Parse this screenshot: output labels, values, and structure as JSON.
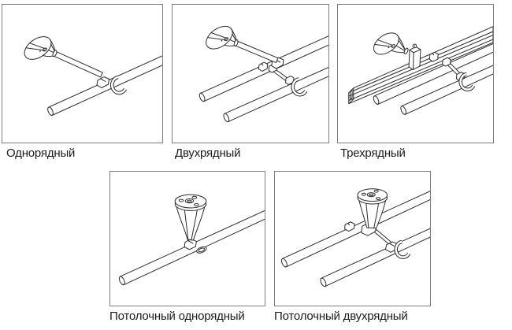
{
  "figure": {
    "title_visible": false,
    "background": "#ffffff"
  },
  "colors": {
    "panel_border": "#7d7d7d",
    "line_art": "#2a2a2a",
    "label_text": "#1c1c1c"
  },
  "panels": [
    {
      "label": "Однорядный",
      "illustration": "wall-bracket-single-rod"
    },
    {
      "label": "Двухрядный",
      "illustration": "wall-bracket-double-rod"
    },
    {
      "label": "Трехрядный",
      "illustration": "wall-bracket-triple-row-rail"
    },
    {
      "label": "Потолочный однорядный",
      "illustration": "ceiling-bracket-single-rod"
    },
    {
      "label": "Потолочный двухрядный",
      "illustration": "ceiling-bracket-double-rod"
    }
  ]
}
